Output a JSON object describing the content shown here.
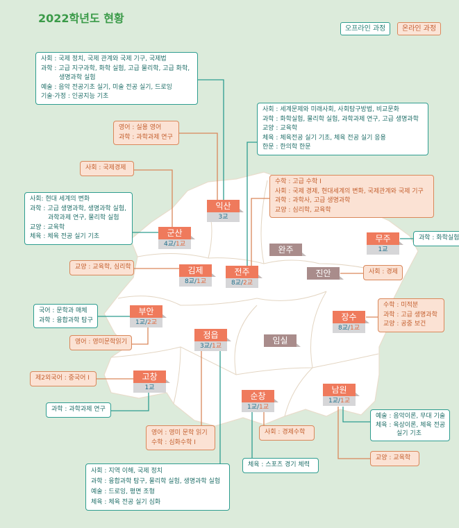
{
  "title": "2022학년도 현황",
  "legend": {
    "offline": "오프라인 과정",
    "online": "온라인 과정"
  },
  "colors": {
    "offline": "#2d9c8f",
    "online": "#d9875a",
    "region": "#ef7a5c",
    "region_no_course": "#a98c8b"
  },
  "regions": {
    "iksan": {
      "name": "익산",
      "offline": "3교"
    },
    "gunsan": {
      "name": "군산",
      "offline": "4교",
      "online": "1교"
    },
    "gimje": {
      "name": "김제",
      "offline": "8교",
      "online": "1교"
    },
    "jeonju": {
      "name": "전주",
      "offline": "8교",
      "online": "2교"
    },
    "buan": {
      "name": "부안",
      "offline": "1교",
      "online": "2교"
    },
    "jeongeup": {
      "name": "정읍",
      "offline": "3교",
      "online": "1교"
    },
    "gochang": {
      "name": "고창",
      "offline": "1교"
    },
    "sunchang": {
      "name": "순창",
      "offline": "1교",
      "online": "1교"
    },
    "namwon": {
      "name": "남원",
      "offline": "1교",
      "online": "1교"
    },
    "jangsu": {
      "name": "장수",
      "offline": "8교",
      "online": "1교"
    },
    "muju": {
      "name": "무주",
      "offline": "1교"
    },
    "wanju": {
      "name": "완주"
    },
    "jinan": {
      "name": "진안"
    },
    "imsil": {
      "name": "임실"
    }
  },
  "boxes": {
    "iksan_off": [
      "사회 : 국제 정치, 국제 관계와 국제 기구, 국제법",
      "과학 : 고급 지구과학, 화학 실험, 고급 물리학, 고급 화학,",
      "생명과학 실험",
      "예술 : 음악 전공기초 실기, 미술 전공 실기, 드로잉",
      "기술·가정 : 인공지능 기초"
    ],
    "iksan_on": [
      "영어 : 실용 영어",
      "과학 : 과학과제 연구"
    ],
    "gunsan_on": [
      "사회 : 국제경제"
    ],
    "gunsan_off": [
      "사회: 현대 세계의 변화",
      "과학 : 고급 생명과학, 생명과학 실험,",
      "과학과제 연구, 물리학 실험",
      "교양 : 교육학",
      "체육 : 체육 전공 실기 기초"
    ],
    "jeonju_off": [
      "사회 : 세계문제와 미래사회, 사회탐구방법, 비교문화",
      "과학 : 화학실험, 물리학 실험, 과학과제 연구, 고급 생명과학",
      "교양 : 교육학",
      "체육 : 체육전공 실기 기초, 체육 전공 실기 응용",
      "한문 : 한의학 한문"
    ],
    "jeonju_on": [
      "수학 : 고급 수학 Ⅰ",
      "사회 : 국제 경제, 현대세계의 변화, 국제관계와 국제 기구",
      "과학 : 과학사, 고급 생명과학",
      "교양 : 심리학, 교육학"
    ],
    "muju_off": [
      "과학 : 화학실험"
    ],
    "jinan_on": [
      "사회 : 경제"
    ],
    "gimje_on": [
      "교양 : 교육학, 심리학"
    ],
    "buan_off": [
      "국어 : 문학과 매체",
      "과학 : 융합과학 탐구"
    ],
    "buan_on": [
      "영어 : 영미문학읽기"
    ],
    "gochang_on": [
      "제2외국어 : 중국어 Ⅰ"
    ],
    "gochang_off": [
      "과학 : 과학과제 연구"
    ],
    "jangsu_on": [
      "수학 : 미적분",
      "과학 : 고급 생명과학",
      "교양 : 공중 보건"
    ],
    "namwon_off": [
      "예술 : 음악이론, 무대 기술",
      "체육 : 육상이론, 체육 전공",
      "실기 기초"
    ],
    "namwon_on": [
      "교양 : 교육학"
    ],
    "sunchang_on": [
      "사회 : 경제수학"
    ],
    "sunchang_off": [
      "체육 : 스포츠 경기 체력"
    ],
    "jeongeup_on": [
      "영어 : 영미 문학 읽기",
      "수학 : 심화수학 Ⅰ"
    ],
    "jeongeup_off": [
      "사회 : 지역 이해, 국제 정치",
      "과학 : 융합과학 탐구, 물리학 실험, 생명과학 실험",
      "예술 : 드로잉, 평면 조형",
      "체육 : 체육 전공 실기 심화"
    ]
  }
}
